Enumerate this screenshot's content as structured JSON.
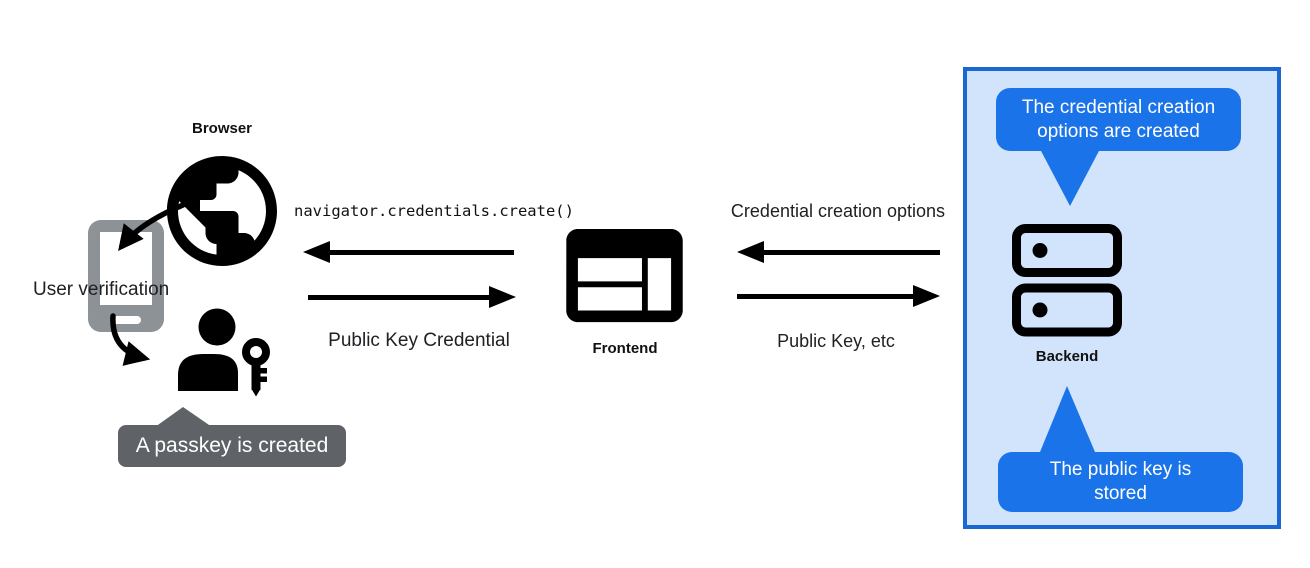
{
  "diagram": {
    "title_implicit": "Passkey registration flow",
    "nodes": {
      "browser": {
        "label": "Browser"
      },
      "frontend": {
        "label": "Frontend"
      },
      "backend": {
        "label": "Backend"
      }
    },
    "annotations": {
      "user_verification": "User verification",
      "passkey_tooltip": "A passkey is created"
    },
    "flows": {
      "browser_frontend": {
        "top_label": "navigator.credentials.create()",
        "bottom_label": "Public Key Credential"
      },
      "frontend_backend": {
        "top_label": "Credential creation options",
        "bottom_label": "Public Key, etc"
      }
    },
    "backend_panel": {
      "top_bubble": "The credential creation\noptions are created",
      "bottom_bubble": "The public key is\nstored"
    },
    "icons": [
      "globe-icon",
      "smartphone-icon",
      "user-key-icon",
      "browser-window-icon",
      "server-icon"
    ],
    "colors": {
      "bubble_blue": "#1a73e8",
      "panel_fill": "#d2e3fc",
      "panel_border": "#1967d2",
      "tooltip_gray": "#5f6368",
      "phone_gray": "#8d9297",
      "ink": "#000000",
      "text": "#202124"
    }
  }
}
